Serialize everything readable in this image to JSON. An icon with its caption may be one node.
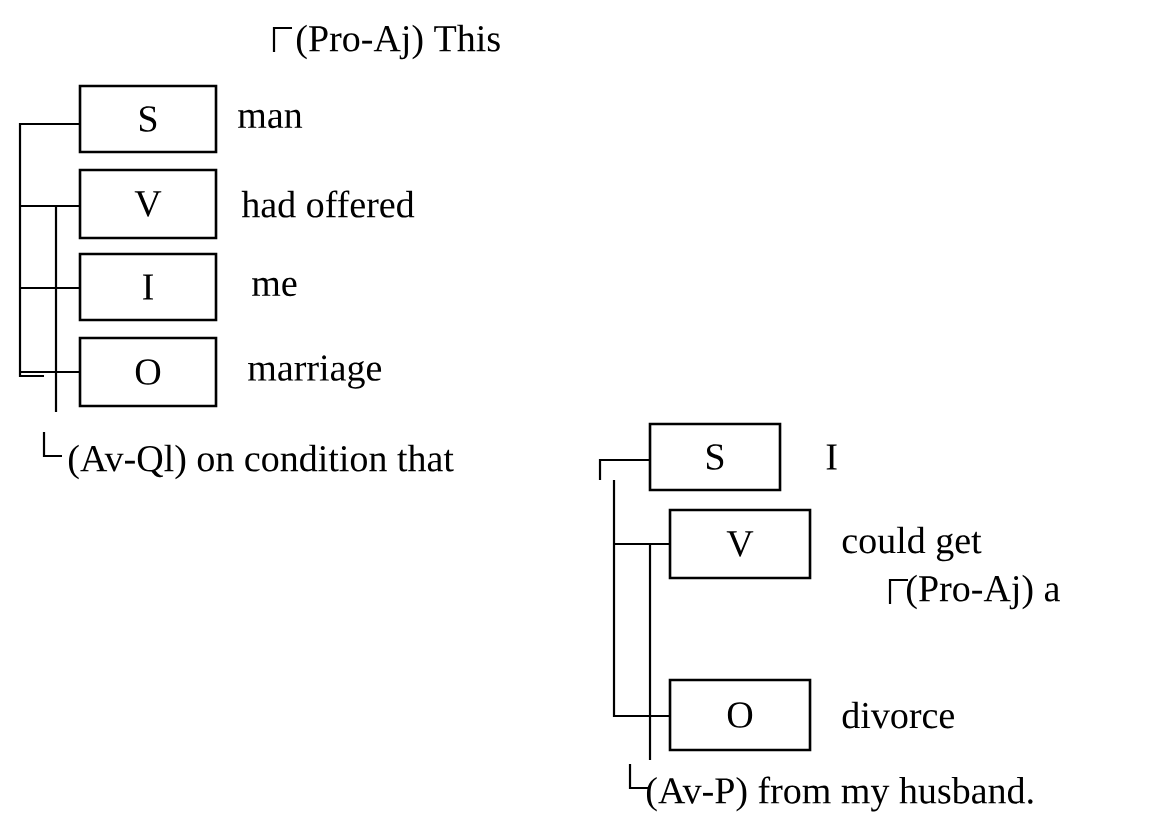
{
  "diagram": {
    "nodes": [
      {
        "text": [
          "S"
        ],
        "beside": [
          "man"
        ]
      },
      {
        "text": [
          "V"
        ],
        "beside": [
          "had offered"
        ]
      },
      {
        "text": [
          "I"
        ],
        "beside": [
          "me"
        ]
      },
      {
        "text": [
          "O"
        ],
        "beside": [
          "marriage"
        ]
      },
      {
        "text": [
          "S"
        ],
        "beside": [
          "I"
        ]
      },
      {
        "text": [
          "V"
        ],
        "beside": [
          "could get"
        ]
      },
      {
        "text": [
          "O"
        ],
        "beside": [
          "divorce"
        ]
      }
    ],
    "labels": [
      "(Pro-Aj) This",
      "(Av-Ql) on condition that",
      "(Pro-Aj) a",
      "(Av-P) from my husband."
    ]
  }
}
